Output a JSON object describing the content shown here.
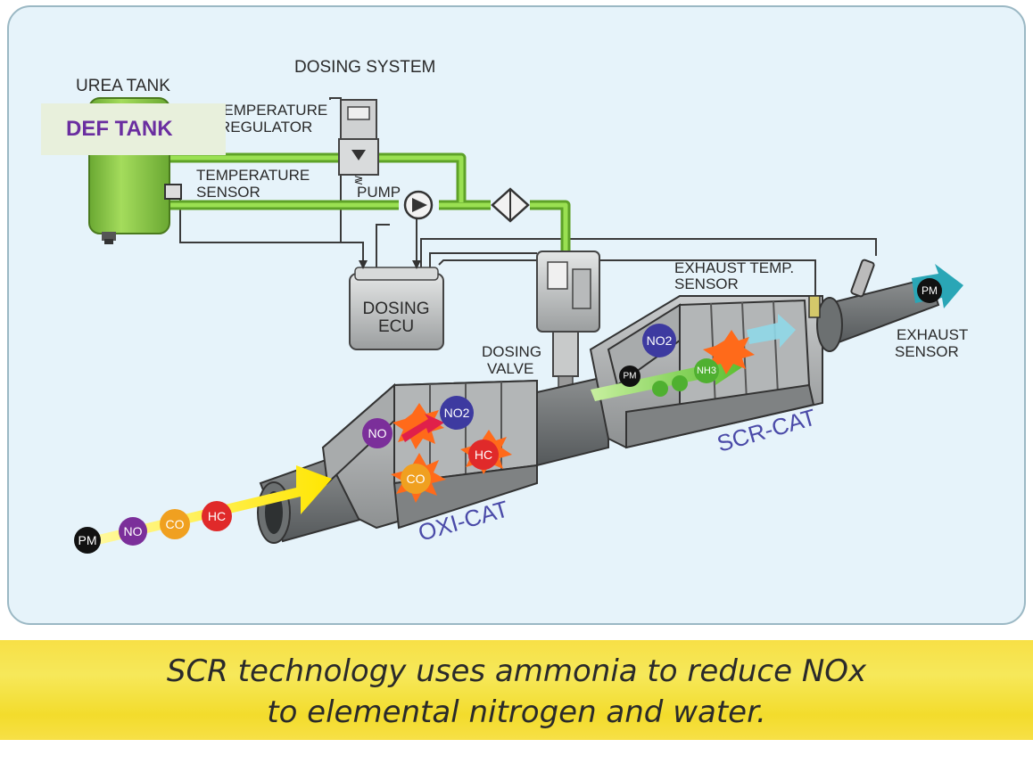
{
  "labels": {
    "urea_tank": "UREA TANK",
    "def_tank": "DEF TANK",
    "dosing_system": "DOSING SYSTEM",
    "temp_regulator_1": "TEMPERATURE",
    "temp_regulator_2": "REGULATOR",
    "temp_sensor_1": "TEMPERATURE",
    "temp_sensor_2": "SENSOR",
    "pump": "PUMP",
    "dosing_ecu_1": "DOSING",
    "dosing_ecu_2": "ECU",
    "dosing_valve_1": "DOSING",
    "dosing_valve_2": "VALVE",
    "exhaust_temp_1": "EXHAUST TEMP.",
    "exhaust_temp_2": "SENSOR",
    "exhaust_sensor_1": "EXHAUST",
    "exhaust_sensor_2": "SENSOR",
    "oxi_cat": "OXI-CAT",
    "scr_cat": "SCR-CAT"
  },
  "molecules": {
    "pm": "PM",
    "no": "NO",
    "co": "CO",
    "hc": "HC",
    "no2": "NO2",
    "nh3": "NH3"
  },
  "colors": {
    "pm": "#111111",
    "no": "#7b2f9a",
    "co": "#f0a020",
    "hc": "#e02a2a",
    "no2": "#3d3aa0",
    "nh3": "#44b030",
    "pipe_green": "#7ed23a",
    "tank_green": "#8ed04a",
    "cat_label": "#4a4aa8"
  },
  "caption": {
    "line1": "SCR technology uses ammonia to reduce NOx",
    "line2": "to elemental nitrogen and water."
  }
}
